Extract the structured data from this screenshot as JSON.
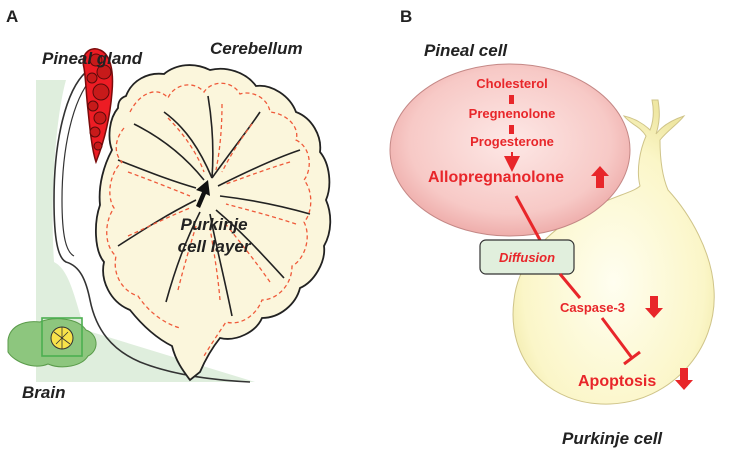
{
  "panel_a": {
    "letter": "A",
    "pineal_gland": "Pineal gland",
    "cerebellum": "Cerebellum",
    "purkinje_layer_line1": "Purkinje",
    "purkinje_layer_line2": "cell layer",
    "brain": "Brain"
  },
  "panel_b": {
    "letter": "B",
    "pineal_cell": "Pineal cell",
    "pathway": [
      "Cholesterol",
      "Pregnenolone",
      "Progesterone"
    ],
    "allopregnanolone": "Allopregnanolone",
    "diffusion": "Diffusion",
    "caspase": "Caspase-3",
    "apoptosis": "Apoptosis",
    "purkinje_cell": "Purkinje cell"
  },
  "colors": {
    "accent_red": "#e8262a",
    "brain_green": "#dfeedd",
    "cerebellum_fill": "#fbf6dc",
    "pineal_red": "#e0201e"
  }
}
